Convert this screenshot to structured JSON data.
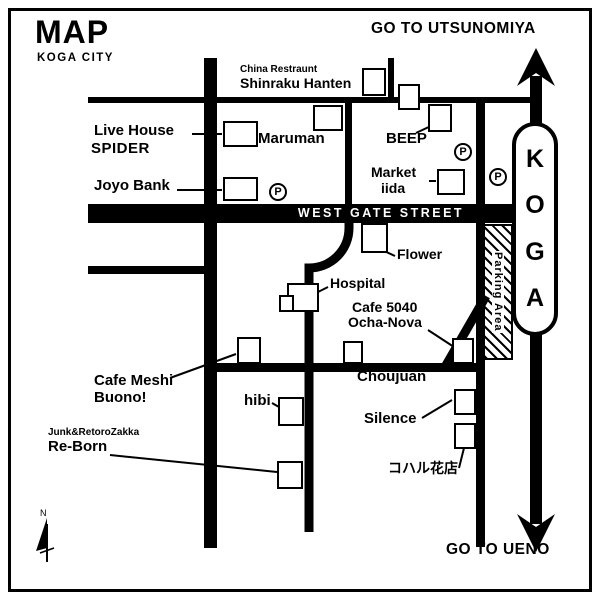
{
  "header": {
    "title": "MAP",
    "subtitle": "KOGA CITY"
  },
  "directions": {
    "north_destination": "GO TO UTSUNOMIYA",
    "south_destination": "GO TO UENO"
  },
  "station": {
    "name": "KOGA",
    "letters": [
      "K",
      "O",
      "G",
      "A"
    ]
  },
  "streets": {
    "west_gate": "WEST GATE STREET"
  },
  "areas": {
    "parking": "Parking Area"
  },
  "places": {
    "china_restraunt": "China Restraunt",
    "shinraku_hanten": "Shinraku Hanten",
    "live_house": "Live House",
    "spider": "SPIDER",
    "maruman": "Maruman",
    "beep": "BEEP",
    "joyo_bank": "Joyo Bank",
    "market": "Market",
    "iida": "iida",
    "flower": "Flower",
    "hospital": "Hospital",
    "cafe5040_line1": "Cafe 5040",
    "cafe5040_line2": "Ocha-Nova",
    "cafe_meshi": "Cafe Meshi",
    "buono": "Buono!",
    "choujuan": "Choujuan",
    "hibi": "hibi",
    "silence": "Silence",
    "junk_zakka": "Junk&RetoroZakka",
    "reborn": "Re-Born",
    "koharu": "コハル花店"
  },
  "symbols": {
    "parking_p": "P",
    "compass_north": "N"
  },
  "colors": {
    "ink": "#000000",
    "paper": "#ffffff"
  }
}
